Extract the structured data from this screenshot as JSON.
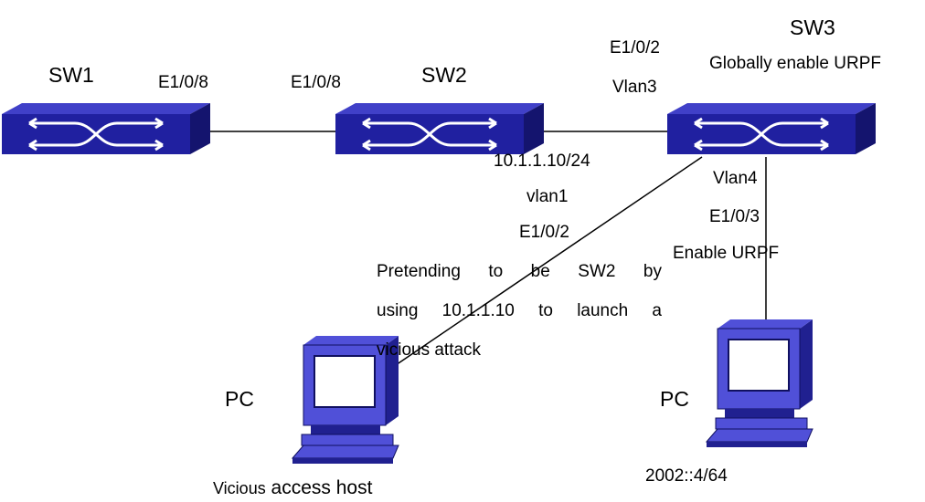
{
  "colors": {
    "switch_top": "#4040c8",
    "switch_front": "#2020a0",
    "switch_side": "#14146e",
    "switch_arrow": "#ffffff",
    "pc_body": "#5050d8",
    "pc_dark": "#202090",
    "pc_screen": "#ffffff",
    "link": "#000000"
  },
  "icons": {
    "switch": "network-switch-icon",
    "pc": "desktop-computer-icon"
  },
  "switches": {
    "sw1": {
      "name": "SW1"
    },
    "sw2": {
      "name": "SW2"
    },
    "sw3": {
      "name": "SW3",
      "note": "Globally enable URPF"
    }
  },
  "links": {
    "sw1_sw2": {
      "sw1_port": "E1/0/8",
      "sw2_port": "E1/0/8"
    },
    "sw2_sw3": {
      "sw3_port": "E1/0/2",
      "sw3_vlan": "Vlan3"
    },
    "attacker_sw3": {
      "ip": "10.1.1.10/24",
      "vlan": "vlan1",
      "port": "E1/0/2",
      "attack_desc": "Pretending to be SW2 by using 10.1.1.10 to launch a vicious attack",
      "attack_lines": [
        [
          "Pretending",
          "to",
          "be",
          "SW2",
          "by"
        ],
        [
          "using",
          "10.1.1.10",
          "to",
          "launch",
          "a"
        ],
        [
          "vicious attack"
        ]
      ]
    },
    "pc2_sw3": {
      "vlan": "Vlan4",
      "port": "E1/0/3",
      "note": "Enable URPF"
    }
  },
  "hosts": {
    "attacker": {
      "name": "PC",
      "caption_prefix": "Vicious",
      "caption_rest": " access host"
    },
    "pc2": {
      "name": "PC",
      "ip": "2002::4/64"
    }
  }
}
